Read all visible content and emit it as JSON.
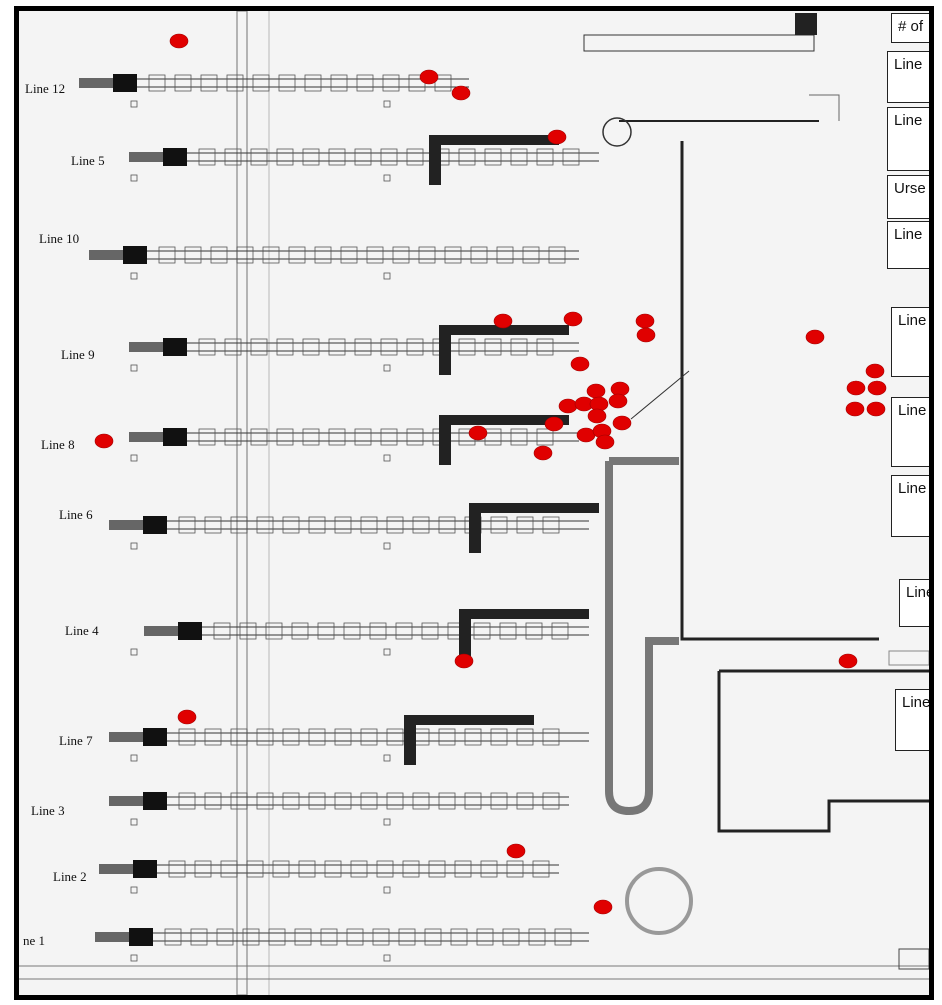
{
  "lines": [
    {
      "id": "line12",
      "label": "Line 12"
    },
    {
      "id": "line5",
      "label": "Line 5"
    },
    {
      "id": "line10",
      "label": "Line 10"
    },
    {
      "id": "line9",
      "label": "Line 9"
    },
    {
      "id": "line8",
      "label": "Line 8"
    },
    {
      "id": "line6",
      "label": "Line 6"
    },
    {
      "id": "line4",
      "label": "Line 4"
    },
    {
      "id": "line7",
      "label": "Line 7"
    },
    {
      "id": "line3",
      "label": "Line 3"
    },
    {
      "id": "line2",
      "label": "Line 2"
    },
    {
      "id": "line1",
      "label": "ne 1"
    }
  ],
  "legend_boxes": [
    "# of",
    "Line",
    "Line",
    "Urse",
    "Line",
    "Line",
    "Line",
    "Line",
    "Line",
    "Line"
  ],
  "colors": {
    "marker": "#e00000",
    "machinery": "#333333",
    "walls": "#222222",
    "background": "#f4f4f4"
  },
  "marker_count": 32
}
